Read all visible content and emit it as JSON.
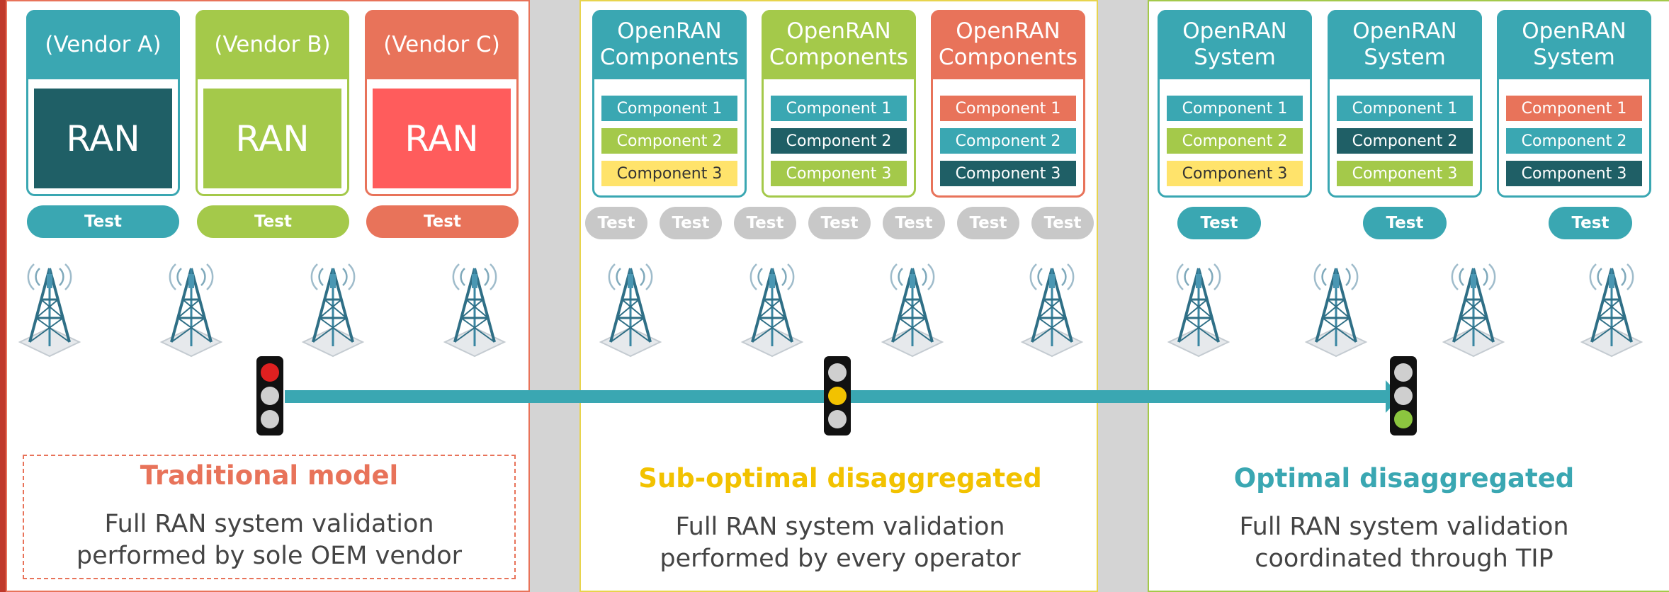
{
  "colors": {
    "teal": "#3aa7b2",
    "dark_teal": "#1f5f66",
    "green": "#a4c94a",
    "coral": "#e8735a",
    "red": "#ff5c5c",
    "yellow": "#ffe36b",
    "gray": "#c8c8c8"
  },
  "panels": {
    "traditional": {
      "cards": [
        {
          "label": "(Vendor A)",
          "ran": "RAN"
        },
        {
          "label": "(Vendor B)",
          "ran": "RAN"
        },
        {
          "label": "(Vendor C)",
          "ran": "RAN"
        }
      ],
      "tests": [
        "Test",
        "Test",
        "Test"
      ],
      "traffic_light": "red",
      "title": "Traditional model",
      "description": [
        "Full RAN system validation",
        "performed by sole  OEM vendor"
      ]
    },
    "suboptimal": {
      "cards": [
        {
          "label": "OpenRAN Components",
          "components": [
            "Component 1",
            "Component 2",
            "Component 3"
          ]
        },
        {
          "label": "OpenRAN Components",
          "components": [
            "Component 1",
            "Component 2",
            "Component 3"
          ]
        },
        {
          "label": "OpenRAN Components",
          "components": [
            "Component 1",
            "Component 2",
            "Component 3"
          ]
        }
      ],
      "tests": [
        "Test",
        "Test",
        "Test",
        "Test",
        "Test",
        "Test",
        "Test"
      ],
      "traffic_light": "yellow",
      "title": "Sub-optimal disaggregated",
      "description": [
        "Full RAN system validation",
        "performed by every operator"
      ]
    },
    "optimal": {
      "cards": [
        {
          "label": "OpenRAN System",
          "components": [
            "Component 1",
            "Component 2",
            "Component 3"
          ]
        },
        {
          "label": "OpenRAN System",
          "components": [
            "Component 1",
            "Component 2",
            "Component 3"
          ]
        },
        {
          "label": "OpenRAN System",
          "components": [
            "Component 1",
            "Component 2",
            "Component 3"
          ]
        }
      ],
      "tests": [
        "Test",
        "Test",
        "Test"
      ],
      "traffic_light": "green",
      "title": "Optimal disaggregated",
      "description": [
        "Full RAN system validation",
        "coordinated through TIP"
      ]
    }
  }
}
